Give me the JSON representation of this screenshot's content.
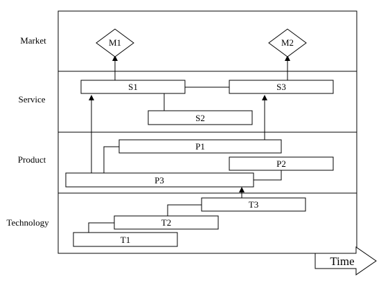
{
  "lanes": {
    "market": "Market",
    "service": "Service",
    "product": "Product",
    "technology": "Technology"
  },
  "nodes": {
    "m1": "M1",
    "m2": "M2",
    "s1": "S1",
    "s2": "S2",
    "s3": "S3",
    "p1": "P1",
    "p2": "P2",
    "p3": "P3",
    "t1": "T1",
    "t2": "T2",
    "t3": "T3"
  },
  "time_axis": "Time"
}
